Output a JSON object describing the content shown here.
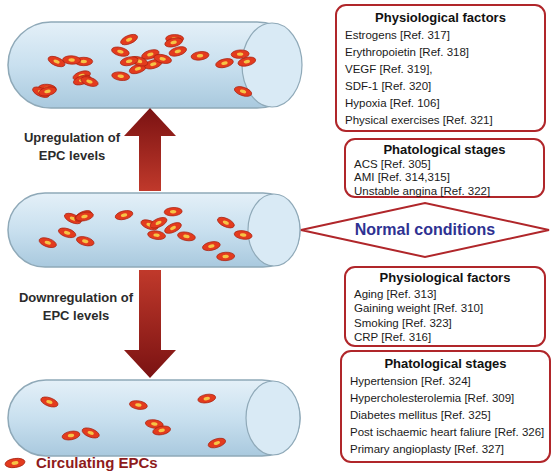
{
  "diagram": {
    "nodes": [
      {
        "text": [
          "Physiological factors",
          "Estrogens [Ref. 317]",
          "Erythropoietin [Ref. 318]",
          "VEGF [Ref. 319],",
          "SDF-1 [Ref. 320]",
          "Hypoxia [Ref. 106]",
          "Physical exercises [Ref. 321]"
        ]
      },
      {
        "text": [
          "Phatological stages",
          "ACS [Ref. 305]",
          "AMI [Ref. 314,315]",
          "Unstable angina [Ref. 322]"
        ]
      },
      {
        "text": [
          "Normal conditions"
        ]
      },
      {
        "text": [
          "Physiological factors",
          "Aging [Ref. 313]",
          "Gaining weight [Ref. 310]",
          "Smoking [Ref. 323]",
          "CRP [Ref. 316]"
        ]
      },
      {
        "text": [
          "Phatological stages",
          "Hypertension [Ref. 324]",
          "Hypercholesterolemia [Ref. 309]",
          "Diabetes mellitus [Ref. 325]",
          "Post ischaemic heart faliure [Ref. 326]",
          "Primary angioplasty [Ref. 327]"
        ]
      }
    ],
    "labels": [
      "Upregulation of EPC levels",
      "Downregulation of EPC levels"
    ],
    "legend": [
      {
        "text": "Circulating EPCs"
      }
    ]
  }
}
